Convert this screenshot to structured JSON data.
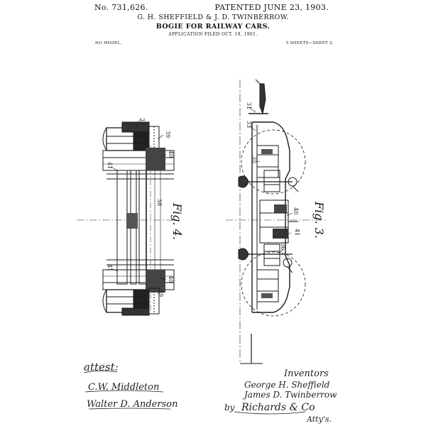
{
  "header": {
    "patent_number": "No. 731,626.",
    "patent_date": "PATENTED JUNE 23, 1903.",
    "inventors": "G. H. SHEFFIELD & J. D. TWINBERROW.",
    "title": "BOGIE FOR RAILWAY CARS.",
    "application_filed": "APPLICATION FILED OCT. 19, 1901.",
    "model": "NO MODEL.",
    "sheets": "5 SHEETS—SHEET 2."
  },
  "figures": {
    "fig4": {
      "label": "Fig. 4.",
      "refs": [
        "37",
        "39",
        "40",
        "41",
        "38",
        "41",
        "40",
        "39"
      ]
    },
    "fig3": {
      "label": "Fig. 3.",
      "refs": [
        "31",
        "33",
        "35",
        "40",
        "41",
        "36"
      ]
    }
  },
  "signatures": {
    "attest_label": "attest:",
    "witness_1": "C.W. Middleton",
    "witness_2": "Walter D. Anderson",
    "inventors_label": "Inventors",
    "inventor_1": "George H. Sheffield",
    "inventor_2": "James D. Twinberrow",
    "by": "by",
    "attorney": "Richards & Co",
    "attys": "Atty's."
  }
}
